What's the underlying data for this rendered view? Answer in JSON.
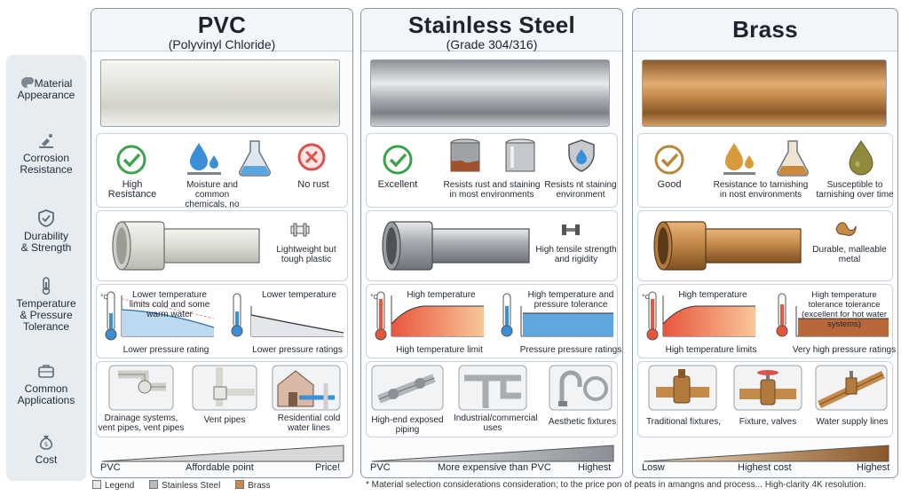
{
  "sidebar": {
    "rows": [
      {
        "label": "Material\nAppearance",
        "icon": "palette-icon"
      },
      {
        "label": "Corrosion\nResistance",
        "icon": "drops-icon"
      },
      {
        "label": "Durability\n& Strength",
        "icon": "shield-icon"
      },
      {
        "label": "Temperature\n& Pressure\nTolerance",
        "icon": "thermometer-icon"
      },
      {
        "label": "Common\nApplications",
        "icon": "briefcase-icon"
      },
      {
        "label": "Cost",
        "icon": "money-bag-icon"
      }
    ]
  },
  "columns": [
    {
      "title": "PVC",
      "subtitle": "(Polyvinyl Chloride)",
      "corrosion": [
        "High Resistance",
        "Moisture and common chemicals, no rust",
        "No rust"
      ],
      "durability": "Lightweight but tough plastic",
      "temp_chart1": "Lower temperature limits cold and some warm water",
      "temp_chart1_under": "Lower pressure rating",
      "temp_chart2": "Lower temperature",
      "temp_chart2_under": "Lower pressure ratings",
      "applications": [
        "Drainage systems, vent pipes, vent pipes",
        "Vent pipes",
        "Residential cold water lines"
      ],
      "cost_left": "PVC",
      "cost_mid": "Affordable point",
      "cost_right": "Price!"
    },
    {
      "title": "Stainless Steel",
      "subtitle": "(Grade 304/316)",
      "corrosion": [
        "Excellent",
        "Resists rust and staining in most environments",
        "Resists nt staining environment"
      ],
      "durability": "High tensile strength and rigidity",
      "temp_chart1": "High temperature",
      "temp_chart1_under": "High temperature limit",
      "temp_chart2": "High temperature and pressure tolerance",
      "temp_chart2_under": "Pressure pressure ratings",
      "applications": [
        "High-end exposed piping",
        "Industrial/commercial uses",
        "Aesthetic fixtures"
      ],
      "cost_left": "PVC",
      "cost_mid": "More expensive than PVC",
      "cost_right": "Highest"
    },
    {
      "title": "Brass",
      "subtitle": "",
      "corrosion": [
        "Good",
        "Resistance to tarnishing in nost environments",
        "Susceptible to tarnishing over time"
      ],
      "durability": "Durable, malleable metal",
      "temp_chart1": "High temperature",
      "temp_chart1_under": "High temperature limits",
      "temp_chart2": "High temperature tolerance tolerance (excellent for hot water systems)",
      "temp_chart2_under": "Very high pressure ratings",
      "applications": [
        "Traditional fixtures,",
        "Fixture, valves",
        "Water supply lines"
      ],
      "cost_left": "Losw",
      "cost_mid": "Highest cost",
      "cost_right": "Highest"
    }
  ],
  "legend": [
    "Legend",
    "Stainless Steel",
    "Brass"
  ],
  "footnote": "* Material selection considerations consideration; to the price pon of peats in amangns and process... High-clarity 4K resolution.",
  "colors": {
    "pvc": "#e9e8e2",
    "steel": "#b8bcc1",
    "brass": "#c48a4a",
    "check_green": "#3ea24b",
    "no_red": "#d9534f",
    "water_blue": "#3b8fd6"
  }
}
